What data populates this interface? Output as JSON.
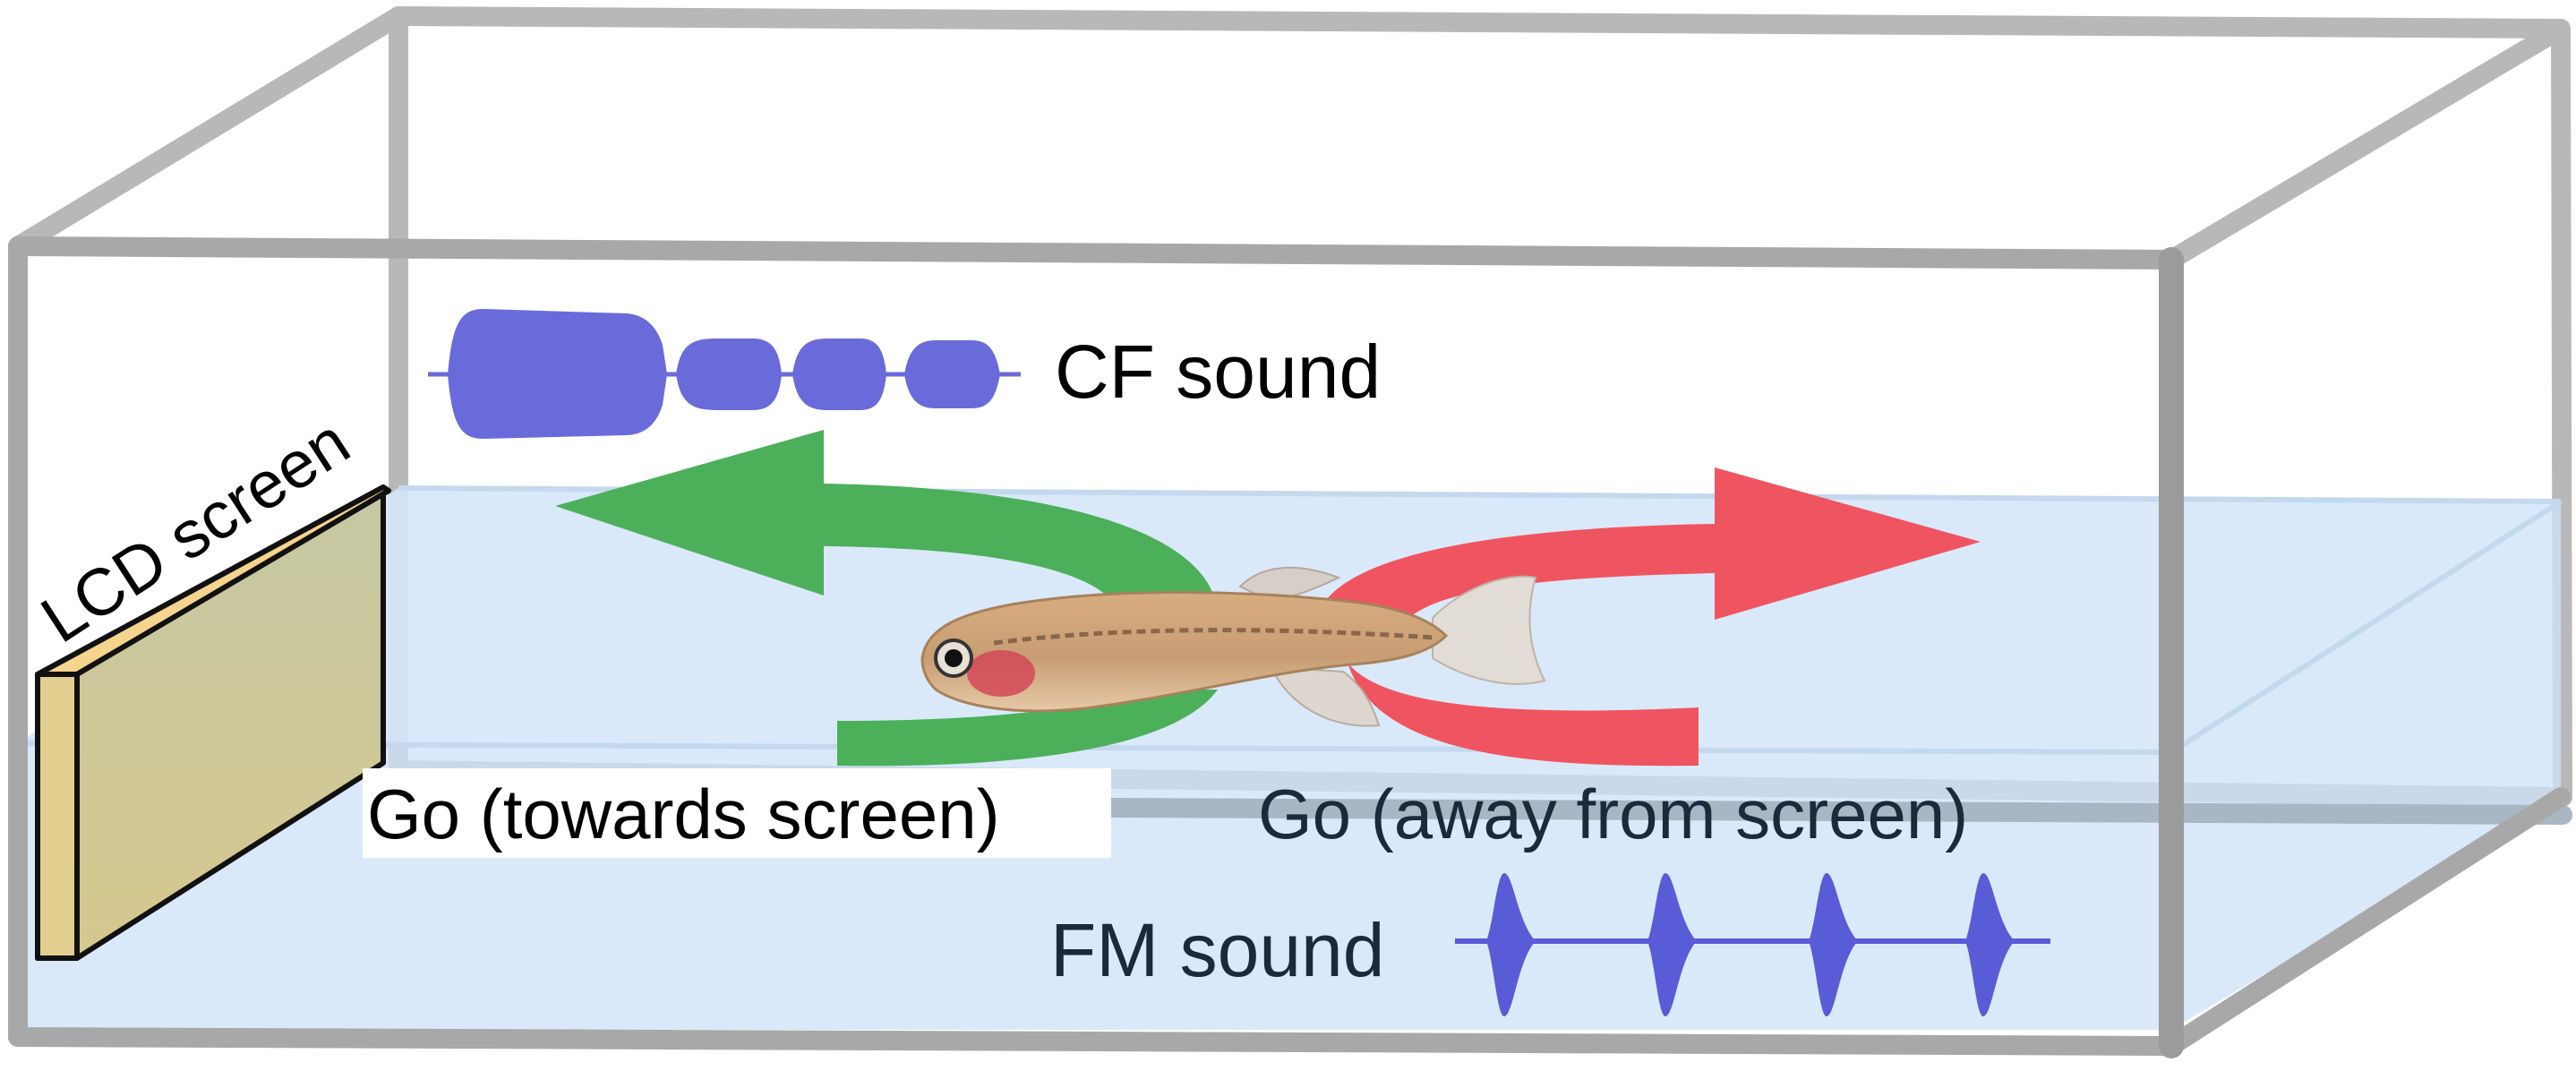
{
  "labels": {
    "lcd_screen": "LCD screen",
    "cf_sound": "CF sound",
    "fm_sound": "FM sound",
    "go_towards": "Go (towards screen)",
    "go_away": "Go (away from screen)"
  },
  "colors": {
    "tank_frame": "#b4b4b4",
    "water": "#cfe3f7",
    "green_arrow": "#4caf5a",
    "red_arrow": "#ef5560",
    "waveform": "#5a5bd6",
    "screen_fill": "#d8cc9a",
    "fish_body": "#c99a6e"
  },
  "icons": {
    "fish": "zebrafish-larva-icon",
    "cf_waveform": "cf-waveform-icon",
    "fm_waveform": "fm-waveform-icon"
  }
}
